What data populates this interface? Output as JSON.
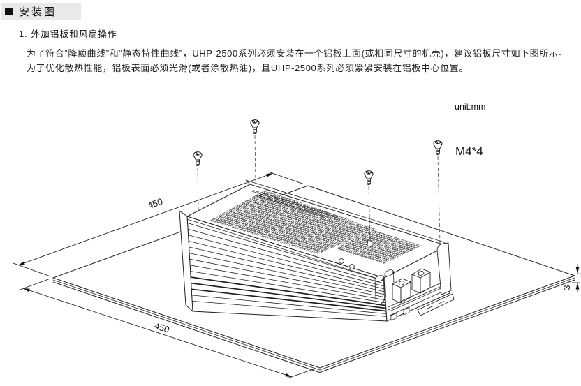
{
  "header": {
    "marker": "■",
    "title": "安装图"
  },
  "content": {
    "section_title": "1. 外加铝板和风扇操作",
    "para_line1": "为了符合“降额曲线”和“静态特性曲线”，UHP-2500系列必须安装在一个铝板上面(或相同尺寸的机壳)，建议铝板尺寸如下图所示。",
    "para_line2": "为了优化散热性能，铝板表面必须光滑(或者涂散热油)，且UHP-2500系列必须紧紧安装在铝板中心位置。"
  },
  "diagram": {
    "unit_label": "unit:mm",
    "screw_spec": "M4*4",
    "plate_width": "450",
    "plate_length": "450",
    "plate_thickness": "3"
  }
}
